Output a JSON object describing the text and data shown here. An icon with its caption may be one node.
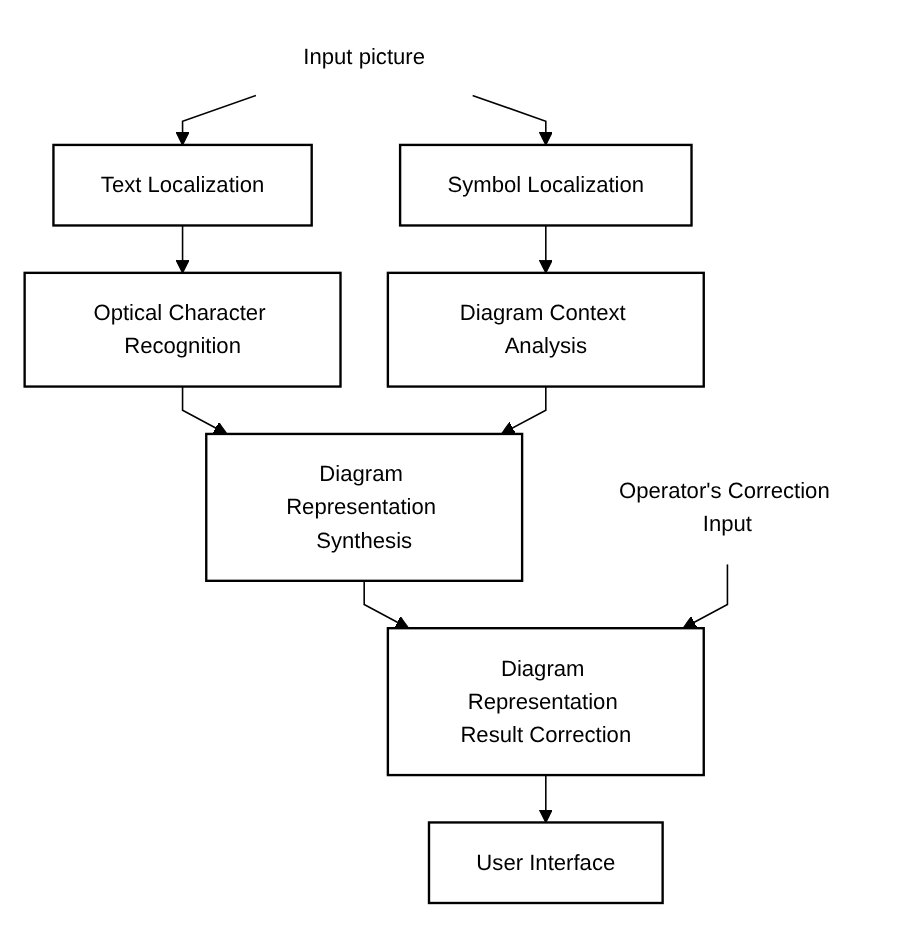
{
  "diagram": {
    "nodes": [
      {
        "text": [
          "Input picture"
        ]
      },
      {
        "text": [
          "Text Localization"
        ]
      },
      {
        "text": [
          "Symbol Localization"
        ]
      },
      {
        "text": [
          "Optical Character Recognition"
        ]
      },
      {
        "text": [
          "Diagram Context Analysis"
        ]
      },
      {
        "text": [
          "Diagram Representation Synthesis"
        ]
      },
      {
        "text": [
          "Diagram Representation Result Correction"
        ]
      },
      {
        "text": [
          "User Interface"
        ]
      },
      {
        "text": [
          "Operator's Correction Input"
        ]
      }
    ],
    "edges": [
      {
        "from": 0,
        "to": 1,
        "arrow": "to"
      },
      {
        "from": 0,
        "to": 2,
        "arrow": "to"
      },
      {
        "from": 1,
        "to": 3,
        "arrow": "to"
      },
      {
        "from": 2,
        "to": 4,
        "arrow": "to"
      },
      {
        "from": 3,
        "to": 5,
        "arrow": "to"
      },
      {
        "from": 4,
        "to": 5,
        "arrow": "to"
      },
      {
        "from": 5,
        "to": 6,
        "arrow": "to"
      },
      {
        "from": 8,
        "to": 6,
        "arrow": "to"
      },
      {
        "from": 6,
        "to": 7,
        "arrow": "to"
      }
    ]
  }
}
